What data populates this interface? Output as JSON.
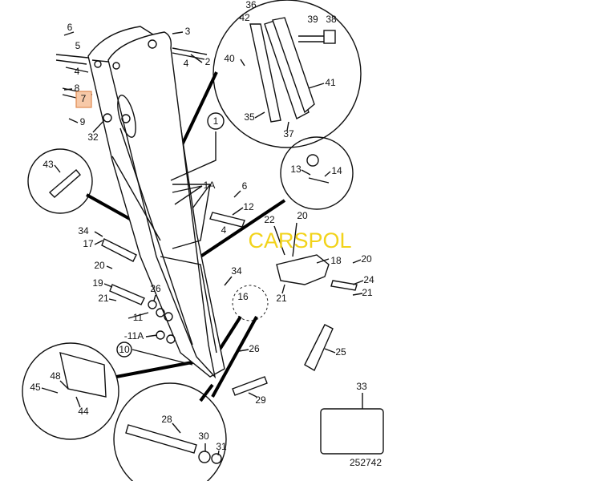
{
  "diagram": {
    "labels": [
      "6",
      "5",
      "4",
      "8",
      "7",
      "9",
      "32",
      "3",
      "4",
      "2",
      "36",
      "42",
      "39",
      "38",
      "40",
      "41",
      "35",
      "37",
      "1",
      "43",
      "13",
      "14",
      "1A",
      "6",
      "12",
      "4",
      "34",
      "17",
      "20",
      "22",
      "18",
      "20",
      "24",
      "21",
      "21",
      "34",
      "20",
      "19",
      "21",
      "26",
      "11",
      "-11A",
      "10",
      "26",
      "16",
      "25",
      "48",
      "45",
      "44",
      "29",
      "28",
      "30",
      "31",
      "33"
    ],
    "drawing_number": "252742",
    "watermark": "CARSPOL",
    "highlighted_label": "7",
    "colors": {
      "highlight": "#f7c9a8",
      "watermark": "#f2d31b",
      "line": "#111111"
    }
  }
}
